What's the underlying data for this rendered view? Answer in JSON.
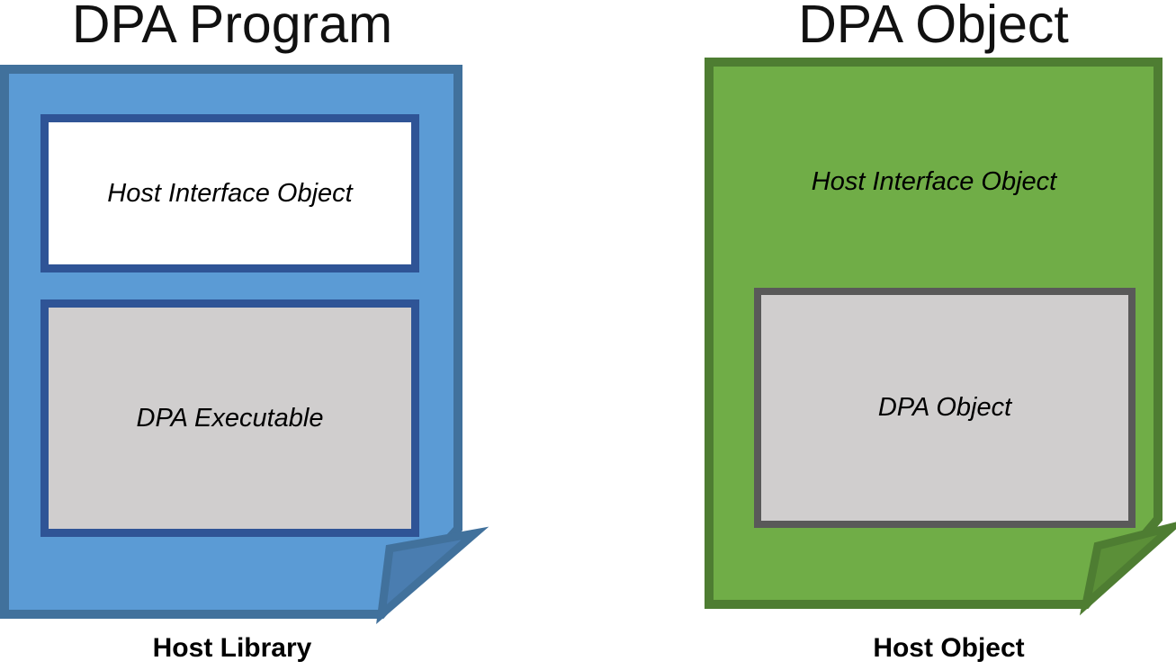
{
  "diagram": {
    "background": "#FFFFFF",
    "text_color": "#000000",
    "left": {
      "title": "DPA Program",
      "caption": "Host Library",
      "document": {
        "shape": "folded-corner-document",
        "fill": "#5B9BD5",
        "border": "#41719C",
        "fold_fill": "#4A7DB0"
      },
      "host_interface_box": {
        "label": "Host Interface Object",
        "fill": "#FFFFFF",
        "border": "#2F5496"
      },
      "dpa_executable_box": {
        "label": "DPA Executable",
        "fill": "#D0CECE",
        "border": "#2F5496"
      }
    },
    "right": {
      "title": "DPA Object",
      "caption": "Host Object",
      "document": {
        "shape": "folded-corner-document",
        "fill": "#70AD47",
        "border": "#4E7D32",
        "fold_fill": "#5B8F38"
      },
      "host_interface_label": "Host Interface Object",
      "dpa_object_box": {
        "label": "DPA Object",
        "fill": "#D0CECE",
        "border": "#595959"
      }
    }
  }
}
